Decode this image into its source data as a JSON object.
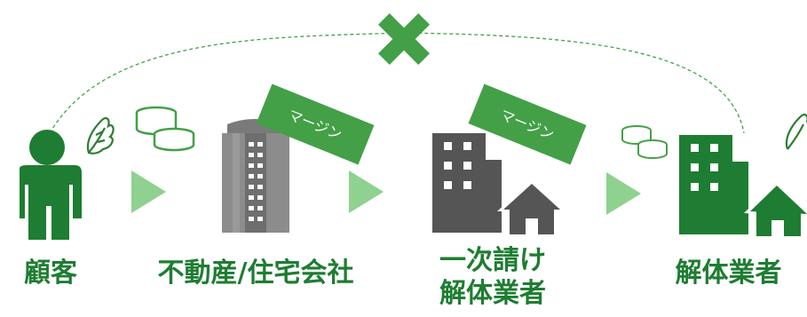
{
  "actors": {
    "customer": "顧客",
    "realestate": "不動産/住宅会社",
    "primary_line1": "一次請け",
    "primary_line2": "解体業者",
    "demolisher": "解体業者"
  },
  "tags": {
    "margin_1": "マージン",
    "margin_2": "マージン"
  },
  "icons": {
    "cross": "cross-mark-icon",
    "person": "person-icon",
    "building": "building-icon",
    "company": "company-house-icon",
    "coins": "coins-icon",
    "arrow": "arrow-right-icon",
    "lettuce": "lettuce-icon"
  },
  "colors": {
    "green_dark": "#1e7d32",
    "green_mid": "#43a047",
    "green_light": "#8fd18f",
    "gray_dark": "#555555",
    "gray_mid": "#7a7a7a",
    "gray_light": "#9a9a9a"
  }
}
